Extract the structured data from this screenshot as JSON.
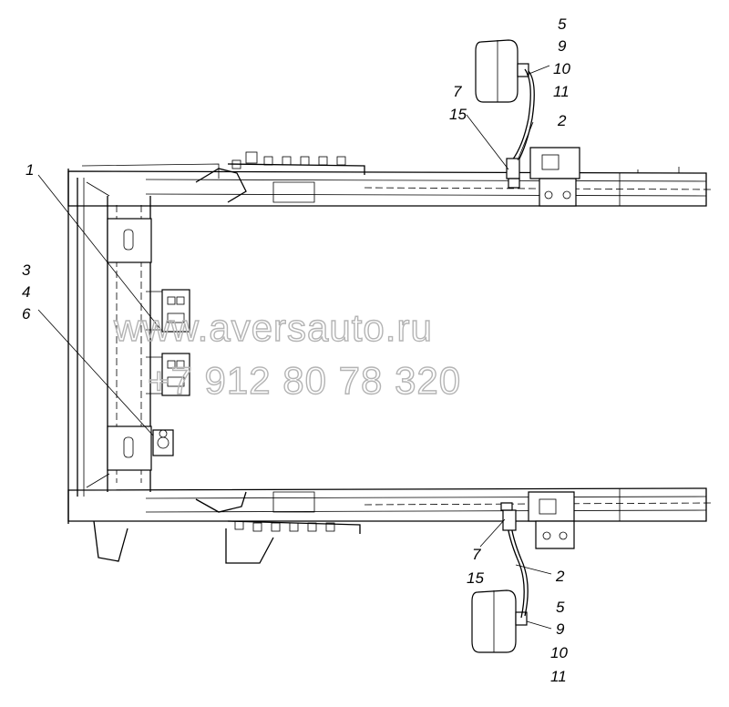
{
  "callouts": {
    "c1": "1",
    "c2_top": "2",
    "c2_bot": "2",
    "c3": "3",
    "c4": "4",
    "c5_top": "5",
    "c5_bot": "5",
    "c6": "6",
    "c7_top": "7",
    "c7_bot": "7",
    "c9_top": "9",
    "c9_bot": "9",
    "c10_top": "10",
    "c10_bot": "10",
    "c11_top": "11",
    "c11_bot": "11",
    "c15_top": "15",
    "c15_bot": "15"
  },
  "watermark": {
    "site": "www.aversauto.ru",
    "phone": "+7 912 80 78 320"
  }
}
